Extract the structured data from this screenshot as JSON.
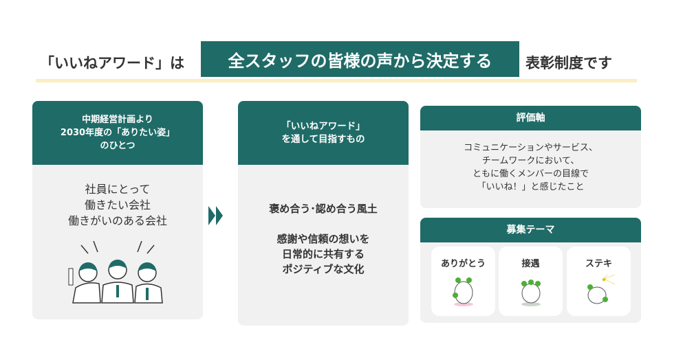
{
  "title": {
    "prefix": "「いいねアワード」は",
    "highlight": "全スタッフの皆様の声から決定する",
    "suffix": "表彰制度です"
  },
  "card_vision": {
    "header": [
      "中期経営計画より",
      "2030年度の「ありたい姿」",
      "のひとつ"
    ],
    "body": [
      "社員にとって",
      "働きたい会社",
      "働きがいのある会社"
    ]
  },
  "card_goal": {
    "header": [
      "「いいねアワード」",
      "を通して目指すもの"
    ],
    "body1": "褒め合う･認め合う風土",
    "body2": [
      "感謝や信頼の想いを",
      "日常的に共有する",
      "ポジティブな文化"
    ]
  },
  "card_criteria": {
    "header": "評価軸",
    "body": [
      "コミュニケーションやサービス、",
      "チームワークにおいて、",
      "ともに働くメンバーの目線で",
      "「いいね！」と感じたこと"
    ]
  },
  "card_themes": {
    "header": "募集テーマ",
    "themes": [
      "ありがとう",
      "接遇",
      "ステキ"
    ]
  },
  "colors": {
    "teal": "#1f6b67",
    "panel": "#f1f1f1",
    "underline": "#fbefc0"
  }
}
